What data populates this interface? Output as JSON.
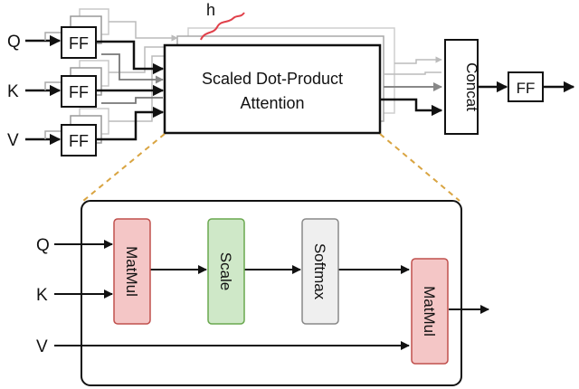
{
  "top": {
    "inputs": [
      "Q",
      "K",
      "V"
    ],
    "ff_label": "FF",
    "heads_label": "h",
    "attention_line1": "Scaled Dot-Product",
    "attention_line2": "Attention",
    "concat_label": "Concat",
    "output_ff_label": "FF"
  },
  "detail": {
    "inputs": [
      "Q",
      "K",
      "V"
    ],
    "matmul1_label": "MatMul",
    "scale_label": "Scale",
    "softmax_label": "Softmax",
    "matmul2_label": "MatMul"
  },
  "colors": {
    "matmul_fill": "#f4c6c6",
    "matmul_stroke": "#c0504d",
    "scale_fill": "#cfe8c8",
    "scale_stroke": "#6aa84f",
    "softmax_fill": "#efefef",
    "softmax_stroke": "#888888",
    "zoom_lines": "#d9a441",
    "brace": "#e0404a"
  }
}
